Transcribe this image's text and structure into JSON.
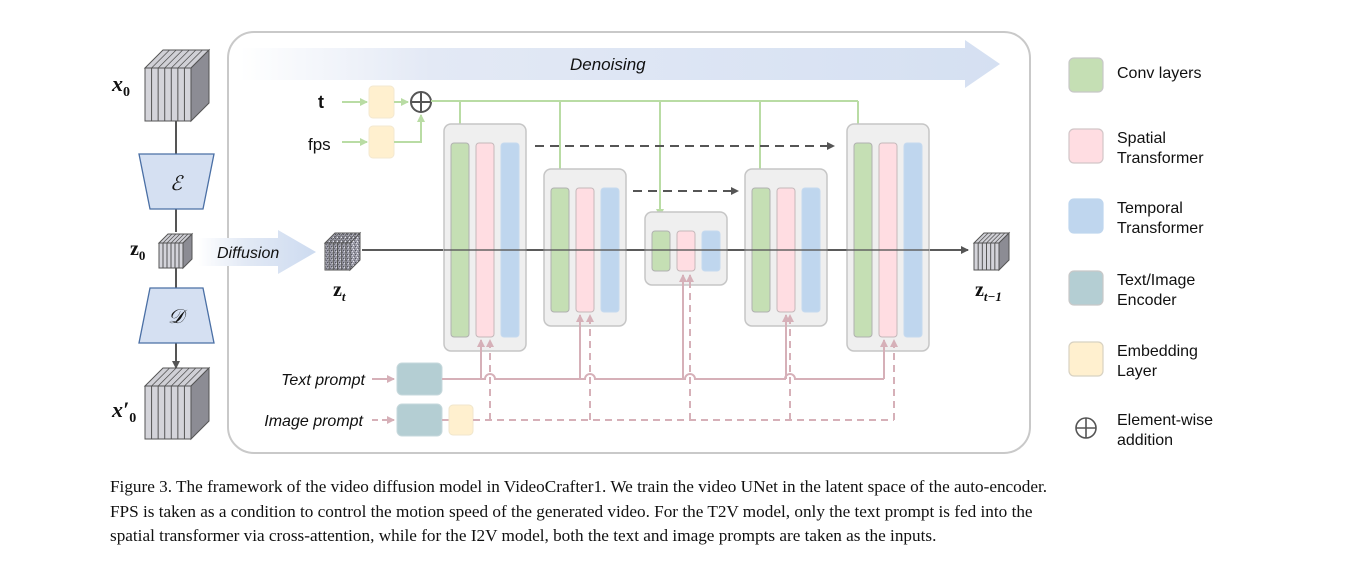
{
  "figure": {
    "denoising_label": "Denoising",
    "diffusion_label": "Diffusion",
    "inputs": {
      "t": "t",
      "fps": "fps"
    },
    "prompts": {
      "text": "Text prompt",
      "image": "Image prompt"
    },
    "autoencoder": {
      "encoder_symbol": "ℰ",
      "decoder_symbol": "𝒟",
      "x0": "x",
      "x0_sub": "0",
      "z0": "z",
      "z0_sub": "0",
      "x0_prime": "x′",
      "x0_prime_sub": "0"
    },
    "latents": {
      "zt": "z",
      "zt_sub": "t",
      "zt1": "z",
      "zt1_sub": "t−1"
    },
    "unet_blocks": [
      "down-1",
      "down-2",
      "mid",
      "up-1",
      "up-2"
    ],
    "colors": {
      "conv": "#c5dfb4",
      "spatial": "#ffdde2",
      "temporal": "#bfd6ee",
      "encoder": "#b4ced3",
      "embedding": "#fff0cf",
      "condition_line": "#b9dca4",
      "prompt_line": "#d6b0b8",
      "arrow_fill": "#d5e0f2"
    }
  },
  "legend": {
    "items": [
      {
        "label1": "Conv layers",
        "label2": "",
        "color": "#c5dfb4",
        "border": "#c8c8c8"
      },
      {
        "label1": "Spatial",
        "label2": "Transformer",
        "color": "#ffdde2",
        "border": "#d2c6c8"
      },
      {
        "label1": "Temporal",
        "label2": "Transformer",
        "color": "#bfd6ee",
        "border": "#bfd6ee"
      },
      {
        "label1": "Text/Image",
        "label2": "Encoder",
        "color": "#b4ced3",
        "border": "#c8c8c8"
      },
      {
        "label1": "Embedding",
        "label2": "Layer",
        "color": "#fff0cf",
        "border": "#d8d2c2"
      }
    ],
    "addition": {
      "label1": "Element-wise",
      "label2": "addition"
    }
  },
  "caption": {
    "lines": [
      "Figure 3. The framework of the video diffusion model in VideoCrafter1. We train the video UNet in the latent space of the auto-encoder.",
      "FPS is taken as a condition to control the motion speed of the generated video. For the T2V model, only the text prompt is fed into the",
      "spatial transformer via cross-attention, while for the I2V model, both the text and image prompts are taken as the inputs."
    ]
  }
}
